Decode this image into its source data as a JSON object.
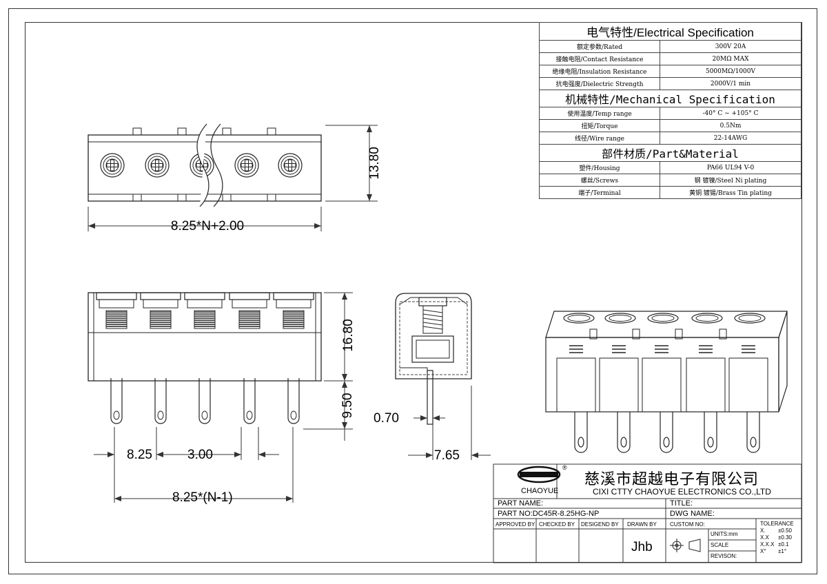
{
  "spec_table": {
    "electrical": {
      "heading": "电气特性/Electrical Specification",
      "rows": [
        {
          "label": "额定参数/Rated",
          "value": "300V  20A"
        },
        {
          "label": "接触电阻/Contact Resistance",
          "value": "20MΩ MAX"
        },
        {
          "label": "绝缘电阻/Insulation Resistance",
          "value": "5000MΩ/1000V"
        },
        {
          "label": "抗电强度/Dielectric Strength",
          "value": "2000V/1 min"
        }
      ]
    },
    "mechanical": {
      "heading": "机械特性/Mechanical Specification",
      "rows": [
        {
          "label": "使用温度/Temp range",
          "value": "-40° C ~ +105° C"
        },
        {
          "label": "扭矩/Torque",
          "value": "0.5Nm"
        },
        {
          "label": "线径/Wire range",
          "value": "22-14AWG"
        }
      ]
    },
    "material": {
      "heading": "部件材质/Part&Material",
      "rows": [
        {
          "label": "塑件/Housing",
          "value": "PA66 UL94 V-0"
        },
        {
          "label": "螺丝/Screws",
          "value": "钢 镀镍/Steel Ni plating"
        },
        {
          "label": "端子/Terminal",
          "value": "黄铜 镀锡/Brass Tin  plating"
        }
      ]
    }
  },
  "dimensions": {
    "height_top": "13.80",
    "width_total": "8.25*N+2.00",
    "height_body": "16.80",
    "pin_length": "9.50",
    "pitch": "8.25",
    "pin_gap": "3.00",
    "span": "8.25*(N-1)",
    "pin_thickness": "0.70",
    "depth": "7.65"
  },
  "title_block": {
    "brand": "CHAOYUE",
    "company_cn": "慈溪市超越电子有限公司",
    "company_en": "CIXI CTTY CHAOYUE ELECTRONICS CO.,LTD",
    "part_name_label": "PART NAME:",
    "title_label": "TITLE:",
    "part_no": "PART NO:DC45R-8.25HG-NP",
    "dwg_name_label": "DWG NAME:",
    "approved_by": "APPROVED BY",
    "checked_by": "CHECKED BY",
    "designed_by": "DESIGEND BY",
    "drawn_by": "DRAWN BY",
    "drawn_by_value": "Jhb",
    "custom_no": "CUSTOM NO:",
    "units": "UNITS:mm",
    "scale": "SCALE",
    "revision": "REVISON:",
    "tolerance_title": "TOLERANCE",
    "tolerances": [
      {
        "key": "X.",
        "value": "±0.50"
      },
      {
        "key": "X.X",
        "value": "±0.30"
      },
      {
        "key": "X.X.X",
        "value": "±0.1"
      },
      {
        "key": "X°",
        "value": "±1°"
      }
    ]
  }
}
